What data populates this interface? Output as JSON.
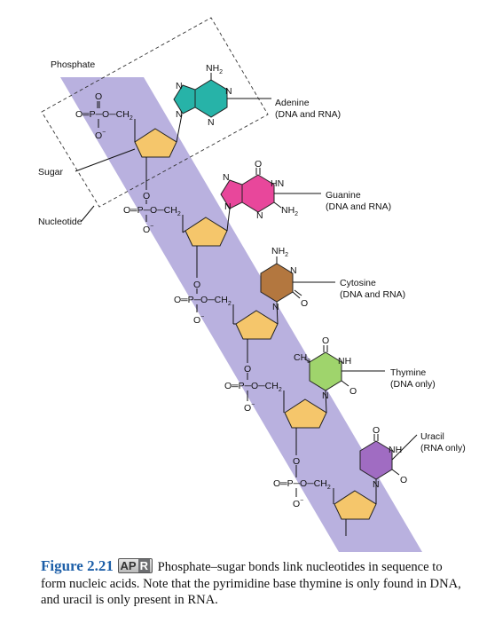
{
  "colors": {
    "backbone_band": "#b9b1df",
    "adenine": "#27b3a8",
    "guanine": "#e8479b",
    "cytosine": "#b3773f",
    "thymine": "#9fd46c",
    "uracil": "#a06cc2",
    "sugar": "#f5c66b",
    "figure_number": "#1d5fa8"
  },
  "labels": {
    "phosphate": "Phosphate",
    "sugar": "Sugar",
    "nucleotide": "Nucleotide",
    "adenine": "Adenine",
    "adenine_note": "(DNA and RNA)",
    "guanine": "Guanine",
    "guanine_note": "(DNA and RNA)",
    "cytosine": "Cytosine",
    "cytosine_note": "(DNA and RNA)",
    "thymine": "Thymine",
    "thymine_note": "(DNA only)",
    "uracil": "Uracil",
    "uracil_note": "(RNA only)"
  },
  "chem": {
    "o": "O",
    "o_minus": "O",
    "minus": "−",
    "phosphate_row": "O═P─O─CH",
    "ch2_sub": "2",
    "n": "N",
    "nh": "NH",
    "hn": "HN",
    "nh2": "NH",
    "ch3": "CH",
    "ch3_sub": "3"
  },
  "caption": {
    "figure_number": "Figure 2.21",
    "badge_ap": "AP",
    "badge_r": "R",
    "text": "Phosphate–sugar bonds link nucleotides in sequence to form nucleic acids. Note that the pyrimidine base thymine is only found in DNA, and uracil is only present in RNA."
  }
}
